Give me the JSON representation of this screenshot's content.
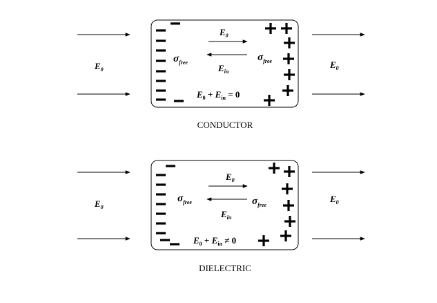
{
  "top_panel": {
    "caption": "CONDUCTOR",
    "label_e0_left": "E",
    "label_e0_left_sub": "0",
    "label_e0_right": "E",
    "label_e0_right_sub": "0",
    "e0_inside": "E",
    "e0_inside_sub": "0",
    "ein": "E",
    "ein_sub": "in",
    "sigma_left": "σ",
    "sigma_left_sub": "free",
    "sigma_right": "σ",
    "sigma_right_sub": "free",
    "equation_a": "E",
    "equation_a_sub": "0",
    "equation_plus": " + ",
    "equation_b": "E",
    "equation_b_sub": "in",
    "equation_rel": " = 0"
  },
  "bottom_panel": {
    "caption": "DIELECTRIC",
    "label_e0_left": "E",
    "label_e0_left_sub": "0",
    "label_e0_right": "E",
    "label_e0_right_sub": "0",
    "e0_inside": "E",
    "e0_inside_sub": "0",
    "ein": "E",
    "ein_sub": "in",
    "sigma_left": "σ",
    "sigma_left_sub": "free",
    "sigma_right": "σ",
    "sigma_right_sub": "free",
    "equation_a": "E",
    "equation_a_sub": "0",
    "equation_plus": " + ",
    "equation_b": "E",
    "equation_b_sub": "in",
    "equation_rel": " ≠ 0"
  }
}
